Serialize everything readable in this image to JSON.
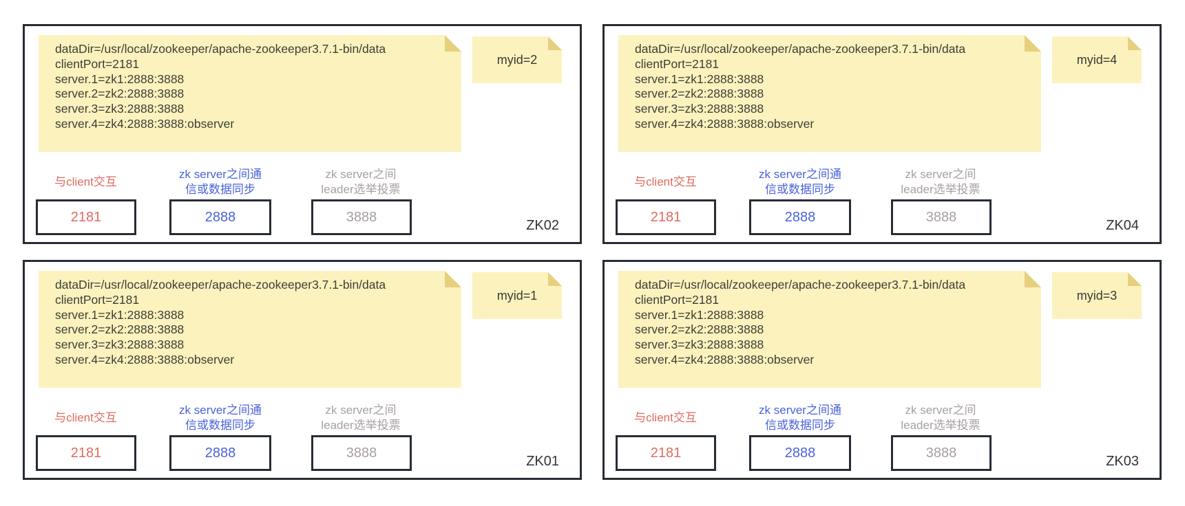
{
  "panels": [
    {
      "name": "ZK02",
      "myid": "myid=2",
      "config": "dataDir=/usr/local/zookeeper/apache-zookeeper3.7.1-bin/data\nclientPort=2181\nserver.1=zk1:2888:3888\nserver.2=zk2:2888:3888\nserver.3=zk3:2888:3888\nserver.4=zk4:2888:3888:observer"
    },
    {
      "name": "ZK04",
      "myid": "myid=4",
      "config": "dataDir=/usr/local/zookeeper/apache-zookeeper3.7.1-bin/data\nclientPort=2181\nserver.1=zk1:2888:3888\nserver.2=zk2:2888:3888\nserver.3=zk3:2888:3888\nserver.4=zk4:2888:3888:observer"
    },
    {
      "name": "ZK01",
      "myid": "myid=1",
      "config": "dataDir=/usr/local/zookeeper/apache-zookeeper3.7.1-bin/data\nclientPort=2181\nserver.1=zk1:2888:3888\nserver.2=zk2:2888:3888\nserver.3=zk3:2888:3888\nserver.4=zk4:2888:3888:observer"
    },
    {
      "name": "ZK03",
      "myid": "myid=3",
      "config": "dataDir=/usr/local/zookeeper/apache-zookeeper3.7.1-bin/data\nclientPort=2181\nserver.1=zk1:2888:3888\nserver.2=zk2:2888:3888\nserver.3=zk3:2888:3888\nserver.4=zk4:2888:3888:observer"
    }
  ],
  "port_labels": {
    "client": "与client交互",
    "sync": "zk server之间通\n信或数据同步",
    "election": "zk server之间\nleader选举投票"
  },
  "ports": {
    "client": "2181",
    "sync": "2888",
    "election": "3888"
  },
  "colors": {
    "client_accent": "#e06a60",
    "sync_accent": "#4a63da",
    "election_accent": "#a79f9f",
    "note_background": "#fbf2be",
    "note_fold": "#e6d07e",
    "panel_border": "#272c34"
  }
}
